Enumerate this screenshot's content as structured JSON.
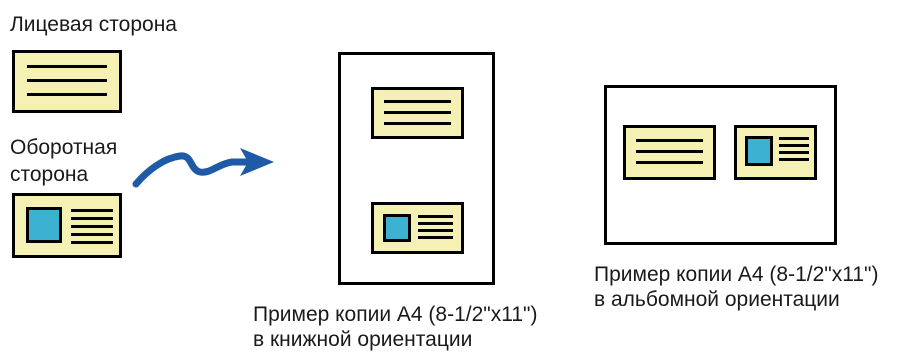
{
  "labels": {
    "front": "Лицевая сторона",
    "back_line1": "Оборотная",
    "back_line2": "сторона",
    "portrait_line1": "Пример копии A4 (8-1/2\"x11\")",
    "portrait_line2": "в книжной ориентации",
    "landscape_line1": "Пример копии A4 (8-1/2\"x11\")",
    "landscape_line2": "в альбомной ориентации"
  },
  "colors": {
    "card_fill": "#f5f0b3",
    "photo_fill": "#3cb1d1",
    "arrow": "#1f5aa6",
    "outline": "#000000"
  },
  "icons": {
    "arrow": "curved-arrow-icon"
  }
}
